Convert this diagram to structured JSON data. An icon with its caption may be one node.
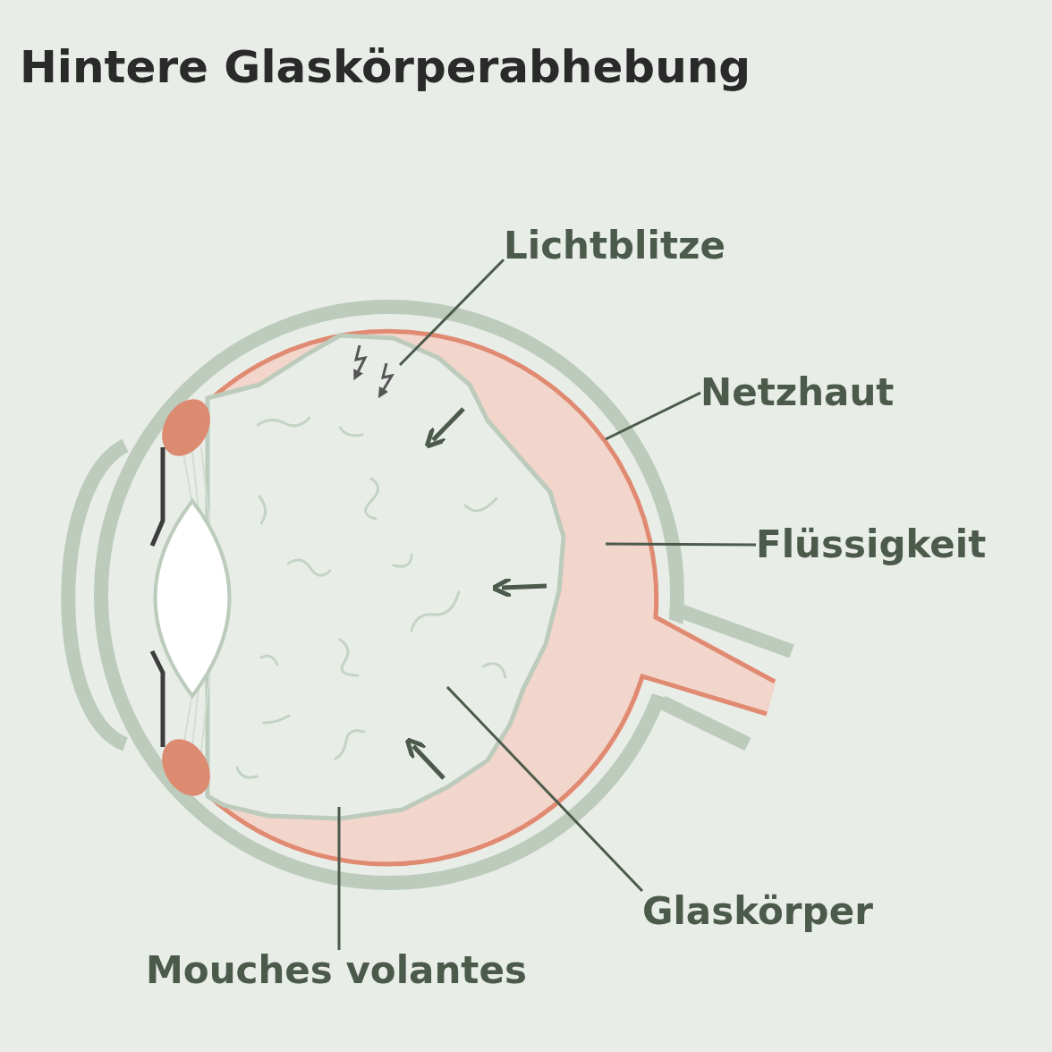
{
  "diagram": {
    "title": "Hintere Glaskörperabhebung",
    "nodes": [
      {
        "text": [
          "Lichtblitze"
        ]
      },
      {
        "text": [
          "Netzhaut"
        ]
      },
      {
        "text": [
          "Flüssigkeit"
        ]
      },
      {
        "text": [
          "Glaskörper"
        ]
      },
      {
        "text": [
          "Mouches volantes"
        ]
      }
    ],
    "edges": [
      {
        "from": 0,
        "to": null,
        "arrow": "none"
      },
      {
        "from": 1,
        "to": null,
        "arrow": "none"
      },
      {
        "from": 2,
        "to": null,
        "arrow": "none"
      },
      {
        "from": 3,
        "to": null,
        "arrow": "none"
      },
      {
        "from": 4,
        "to": null,
        "arrow": "none"
      }
    ]
  }
}
